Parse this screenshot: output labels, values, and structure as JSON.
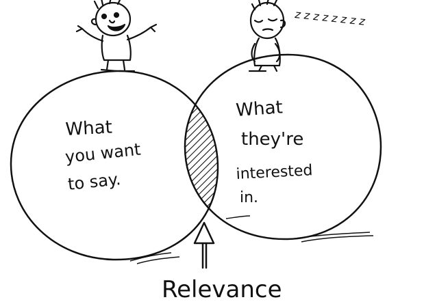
{
  "diagram": {
    "left_circle_text": [
      "What",
      "you want",
      "to say."
    ],
    "right_circle_text": [
      "What",
      "they're",
      "interested",
      "in."
    ],
    "intersection_label": "Relevance",
    "sleep_text": "z z z z z z z z",
    "colors": {
      "ink": "#111111",
      "background": "#ffffff"
    }
  }
}
